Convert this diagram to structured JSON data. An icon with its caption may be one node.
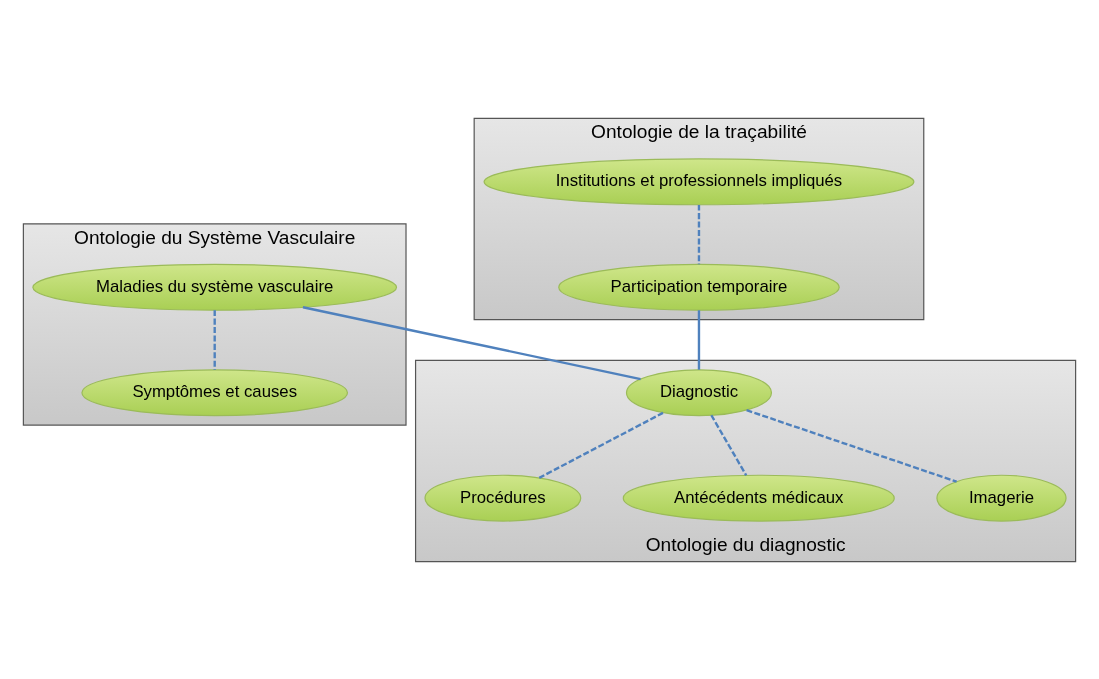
{
  "diagram": {
    "nodes": [
      {
        "text": [
          "Ontologie du Système Vasculaire"
        ]
      },
      {
        "text": [
          "Symptômes et causes"
        ],
        "in": 0
      },
      {
        "text": [
          "Maladies du système vasculaire"
        ],
        "in": 0
      },
      {
        "text": [
          "Ontologie de la traçabilité"
        ]
      },
      {
        "text": [
          "Institutions et professionnels impliqués"
        ],
        "in": 3
      },
      {
        "text": [
          "Participation temporaire"
        ],
        "in": 3
      },
      {
        "text": [
          "Ontologie du diagnostic"
        ]
      },
      {
        "text": [
          "Diagnostic"
        ],
        "in": 6
      },
      {
        "text": [
          "Procédures"
        ],
        "in": 6
      },
      {
        "text": [
          "Antécédents médicaux"
        ],
        "in": 6
      },
      {
        "text": [
          "Imagerie"
        ],
        "in": 6
      }
    ],
    "edges": [
      {
        "from": 2,
        "to": 1,
        "arrow": "none",
        "style": "dashed"
      },
      {
        "from": 4,
        "to": 5,
        "arrow": "none",
        "style": "dashed"
      },
      {
        "from": 2,
        "to": 7,
        "arrow": "none"
      },
      {
        "from": 5,
        "to": 7,
        "arrow": "none"
      },
      {
        "from": 7,
        "to": 8,
        "arrow": "none",
        "style": "dashed"
      },
      {
        "from": 7,
        "to": 9,
        "arrow": "none",
        "style": "dashed"
      },
      {
        "from": 7,
        "to": 10,
        "arrow": "none",
        "style": "dashed"
      }
    ]
  }
}
